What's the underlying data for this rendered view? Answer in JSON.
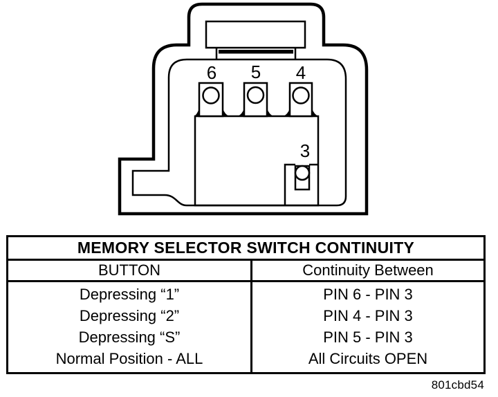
{
  "diagram": {
    "name": "memory selector switch connector view",
    "pin_labels": {
      "pin6": "6",
      "pin5": "5",
      "pin4": "4",
      "pin3": "3"
    }
  },
  "table": {
    "title": "MEMORY SELECTOR SWITCH CONTINUITY",
    "columns": [
      "BUTTON",
      "Continuity Between"
    ],
    "rows": [
      {
        "button": "Depressing “1”",
        "continuity": "PIN 6 - PIN 3"
      },
      {
        "button": "Depressing “2”",
        "continuity": "PIN 4 - PIN 3"
      },
      {
        "button": "Depressing “S”",
        "continuity": "PIN 5 - PIN 3"
      },
      {
        "button": "Normal Position - ALL",
        "continuity": "All Circuits OPEN"
      }
    ]
  },
  "caption": "801cbd54",
  "colors": {
    "ink": "#000000",
    "paper": "#ffffff"
  }
}
